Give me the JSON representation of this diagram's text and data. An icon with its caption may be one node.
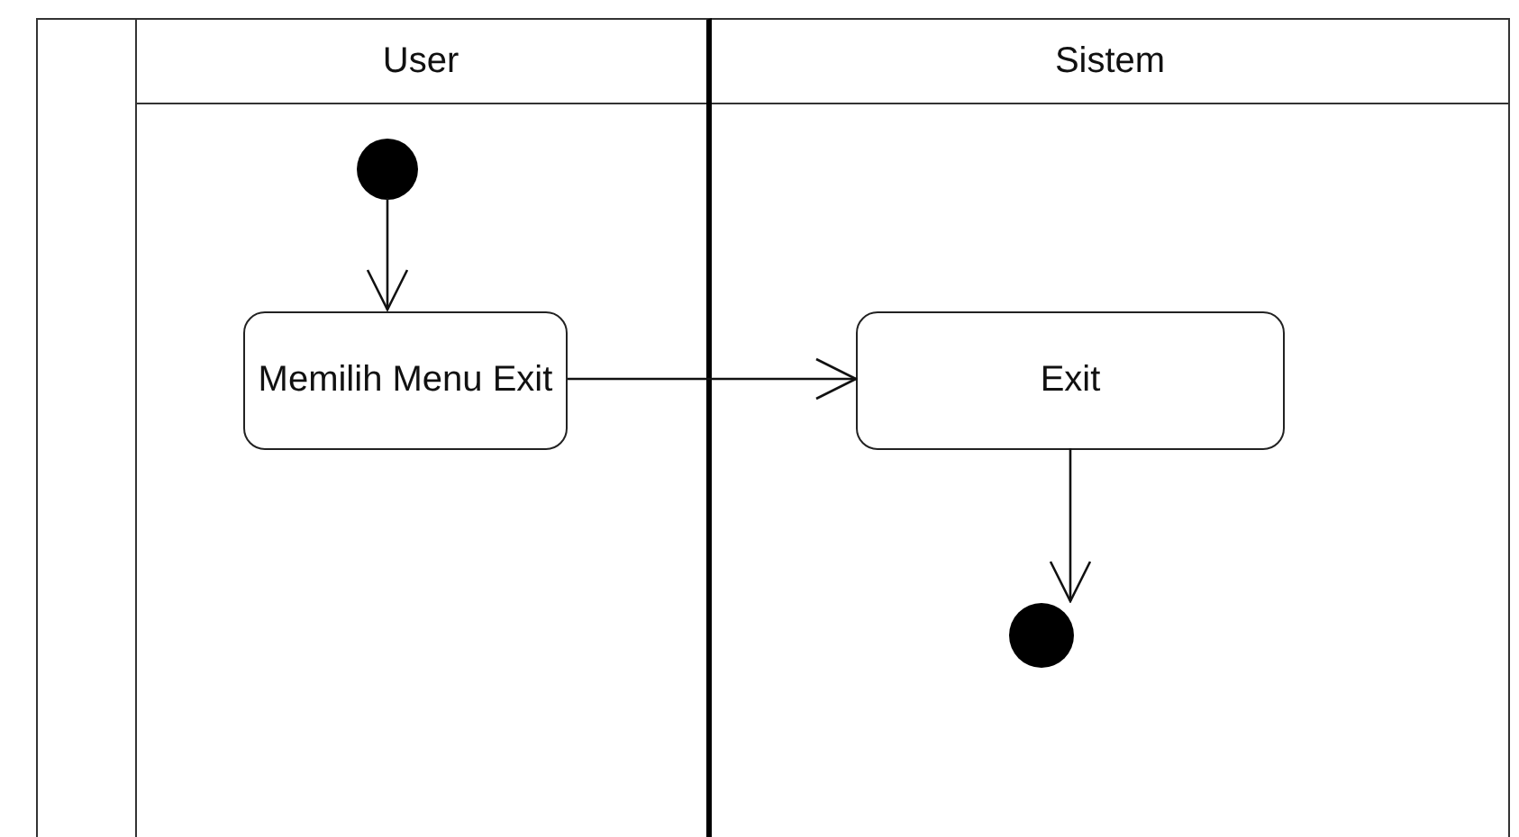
{
  "diagram": {
    "nodes": [
      {
        "text": [
          "User"
        ]
      },
      {
        "text": [
          "Sistem"
        ]
      },
      {
        "text": [],
        "shape": "circle",
        "in": 0
      },
      {
        "text": [
          "Memilih Menu Exit"
        ],
        "in": 0
      },
      {
        "text": [
          "Exit"
        ],
        "in": 1
      },
      {
        "text": [],
        "shape": "circle",
        "in": 1
      }
    ],
    "edges": [
      {
        "from": 2,
        "to": 3,
        "arrow": "to"
      },
      {
        "from": 3,
        "to": 4,
        "arrow": "to"
      },
      {
        "from": 4,
        "to": 5,
        "arrow": "to"
      }
    ]
  }
}
